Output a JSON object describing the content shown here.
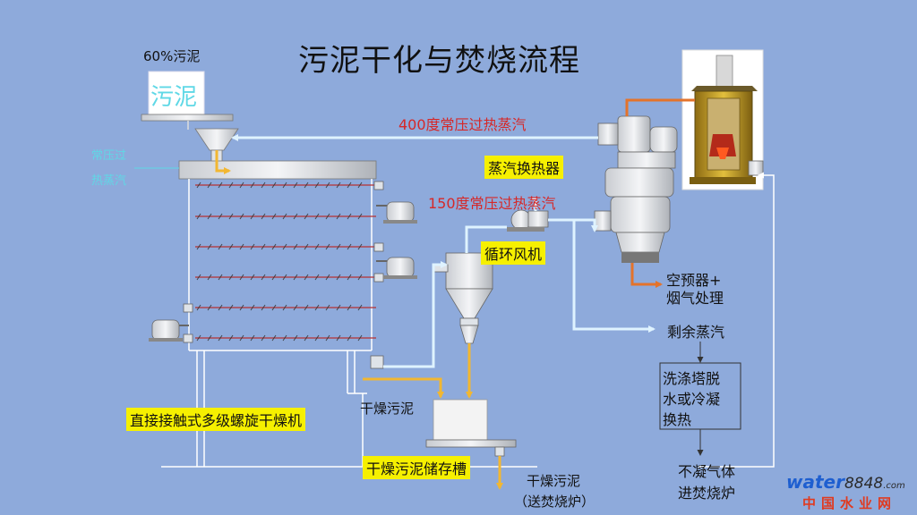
{
  "title": "污泥干化与焚烧流程",
  "labels": {
    "sludge_60": "60%污泥",
    "sludge_bin": "污泥",
    "steam_400": "400度常压过热蒸汽",
    "steam_exchanger": "蒸汽换热器",
    "steam_150": "150度常压过热蒸汽",
    "circulating_fan": "循环风机",
    "preheater_line1": "空预器+",
    "preheater_line2": "烟气处理",
    "surplus_steam": "剩余蒸汽",
    "wash_line1": "洗涤塔脱",
    "wash_line2": "水或冷凝",
    "wash_line3": "换热",
    "noncondensable_line1": "不凝气体",
    "noncondensable_line2": "进焚烧炉",
    "dried_sludge": "干燥污泥",
    "dryer_name": "直接接触式多级螺旋干燥机",
    "storage_tank": "干燥污泥储存槽",
    "dried_out_line1": "干燥污泥",
    "dried_out_line2": "（送焚烧炉）",
    "faint_line1": "常压过",
    "faint_line2": "热蒸汽"
  },
  "watermark": {
    "brand": "water",
    "digits": "8848",
    "suffix": ".com",
    "sub": "中国水业网"
  },
  "colors": {
    "background": "#8eaadb",
    "steam_line": "#dff3ff",
    "sludge_line": "#f2b731",
    "hot_line": "#e4732a",
    "frame": "#ffffff",
    "screw": "#b63232"
  }
}
